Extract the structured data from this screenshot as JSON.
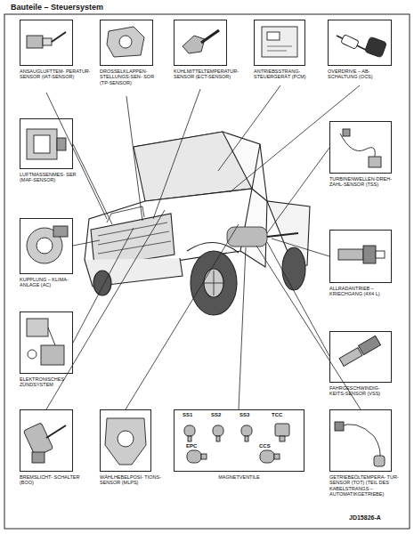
{
  "diagram": {
    "title": "Bauteile – Steuersystem",
    "nodes": [
      {
        "text": [
          "ANSAUGLUFTTEM- PERATUR-SENSOR (IAT-SENSOR)"
        ]
      },
      {
        "text": [
          "DROSSELKLAPPEN- STELLUNGS-SEN- SOR (TP-SENSOR)"
        ]
      },
      {
        "text": [
          "KÜHLMITTELTEMPERATUR- SENSOR (ECT-SENSOR)"
        ]
      },
      {
        "text": [
          "ANTRIEBSSTRANG- STEUERGERÄT (PCM)"
        ]
      },
      {
        "text": [
          "OVERDRIVE – AB- SCHALTUNG (OCS)"
        ]
      },
      {
        "text": [
          "LUFTMASSENMES- SER (MAF-SENSOR)"
        ]
      },
      {
        "text": [
          "TURBINENWELLEN-DREH- ZAHL-SENSOR (TSS)"
        ]
      },
      {
        "text": [
          "KUPPLUNG – KLIMA- ANLAGE (AC)"
        ]
      },
      {
        "text": [
          "ALLRADANTRIEB – KRIECHGANG (4X4 L)"
        ]
      },
      {
        "text": [
          "ELEKTRONISCHES ZÜNDSYSTEM"
        ]
      },
      {
        "text": [
          "FAHRGESCHWINDIG- KEITS-SENSOR (VSS)"
        ]
      },
      {
        "text": [
          "BREMSLICHT- SCHALTER (BOO)"
        ]
      },
      {
        "text": [
          "WÄHLHEBELPOSI- TIONS-SENSOR (MLPS)"
        ]
      },
      {
        "text": [
          "SS1",
          "SS2",
          "SS3",
          "TCC",
          "EPC",
          "CCS",
          "MAGNETVENTILE"
        ]
      },
      {
        "text": [
          "GETRIEBEÖLTEMPERA- TUR-SENSOR (TOT) (TEIL DES KABELSTRANGS – AUTOMATIKGETRIEBE)"
        ]
      }
    ],
    "labels": [
      "JD15826-A"
    ]
  }
}
